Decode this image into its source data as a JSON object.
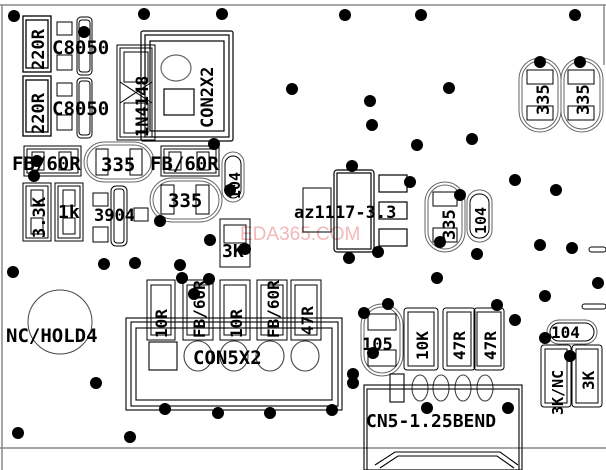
{
  "title": "PCB silkscreen layout",
  "watermark": "EDA365.COM",
  "colors": {
    "ink": "#000000",
    "board_edge": "#888888",
    "watermark": "#f3b8b8",
    "background": "#ffffff"
  },
  "components": {
    "r_220r_top": "220R",
    "r_220r_bottom": "220R",
    "q_c8050_top": "C8050",
    "q_c8050_bottom": "C8050",
    "d_1n4148": "1N4148",
    "j_con2x2": "CON2X2",
    "fb_60r_left": "FB/60R",
    "c_335_mid": "335",
    "fb_60r_right": "FB/60R",
    "c_104_small": "104",
    "c_335_lower": "335",
    "r_3k3": "3.3K",
    "r_1k": "1k",
    "q_3904": "3904",
    "r_3k_mid": "3K",
    "u_az1117": "az1117-3.3",
    "c_335_right": "335",
    "c_104_right": "104",
    "c_335_topright_a": "335",
    "c_335_topright_b": "335",
    "mh_nc_hold4": "NC/HOLD4",
    "r_10r_a": "10R",
    "fb_60r_con_a": "FB/60R",
    "r_10r_b": "10R",
    "fb_60r_con_b": "FB/60R",
    "r_47r_con": "47R",
    "j_con5x2": "CON5X2",
    "c_105": "105",
    "r_10k": "10K",
    "r_47r_a": "47R",
    "r_47r_b": "47R",
    "c_104_br": "104",
    "r_3k_nc": "3K/NC",
    "r_3k_br": "3K",
    "j_cn5": "CN5-1.25BEND"
  }
}
